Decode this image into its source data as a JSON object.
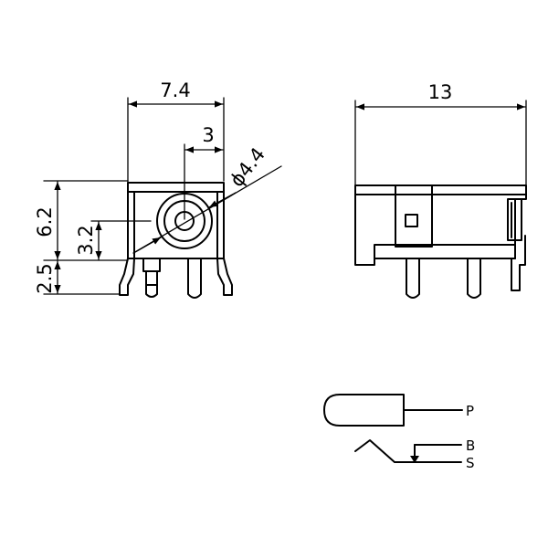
{
  "front_view": {
    "width_dim": "7.4",
    "center_offset_dim": "3",
    "diameter_dim": "ϕ4.4",
    "height_dim": "6.2",
    "center_height_dim": "3.2",
    "pin_length_dim": "2.5"
  },
  "side_view": {
    "length_dim": "13"
  },
  "schematic": {
    "pin_p": "P",
    "pin_b": "B",
    "pin_s": "S"
  }
}
